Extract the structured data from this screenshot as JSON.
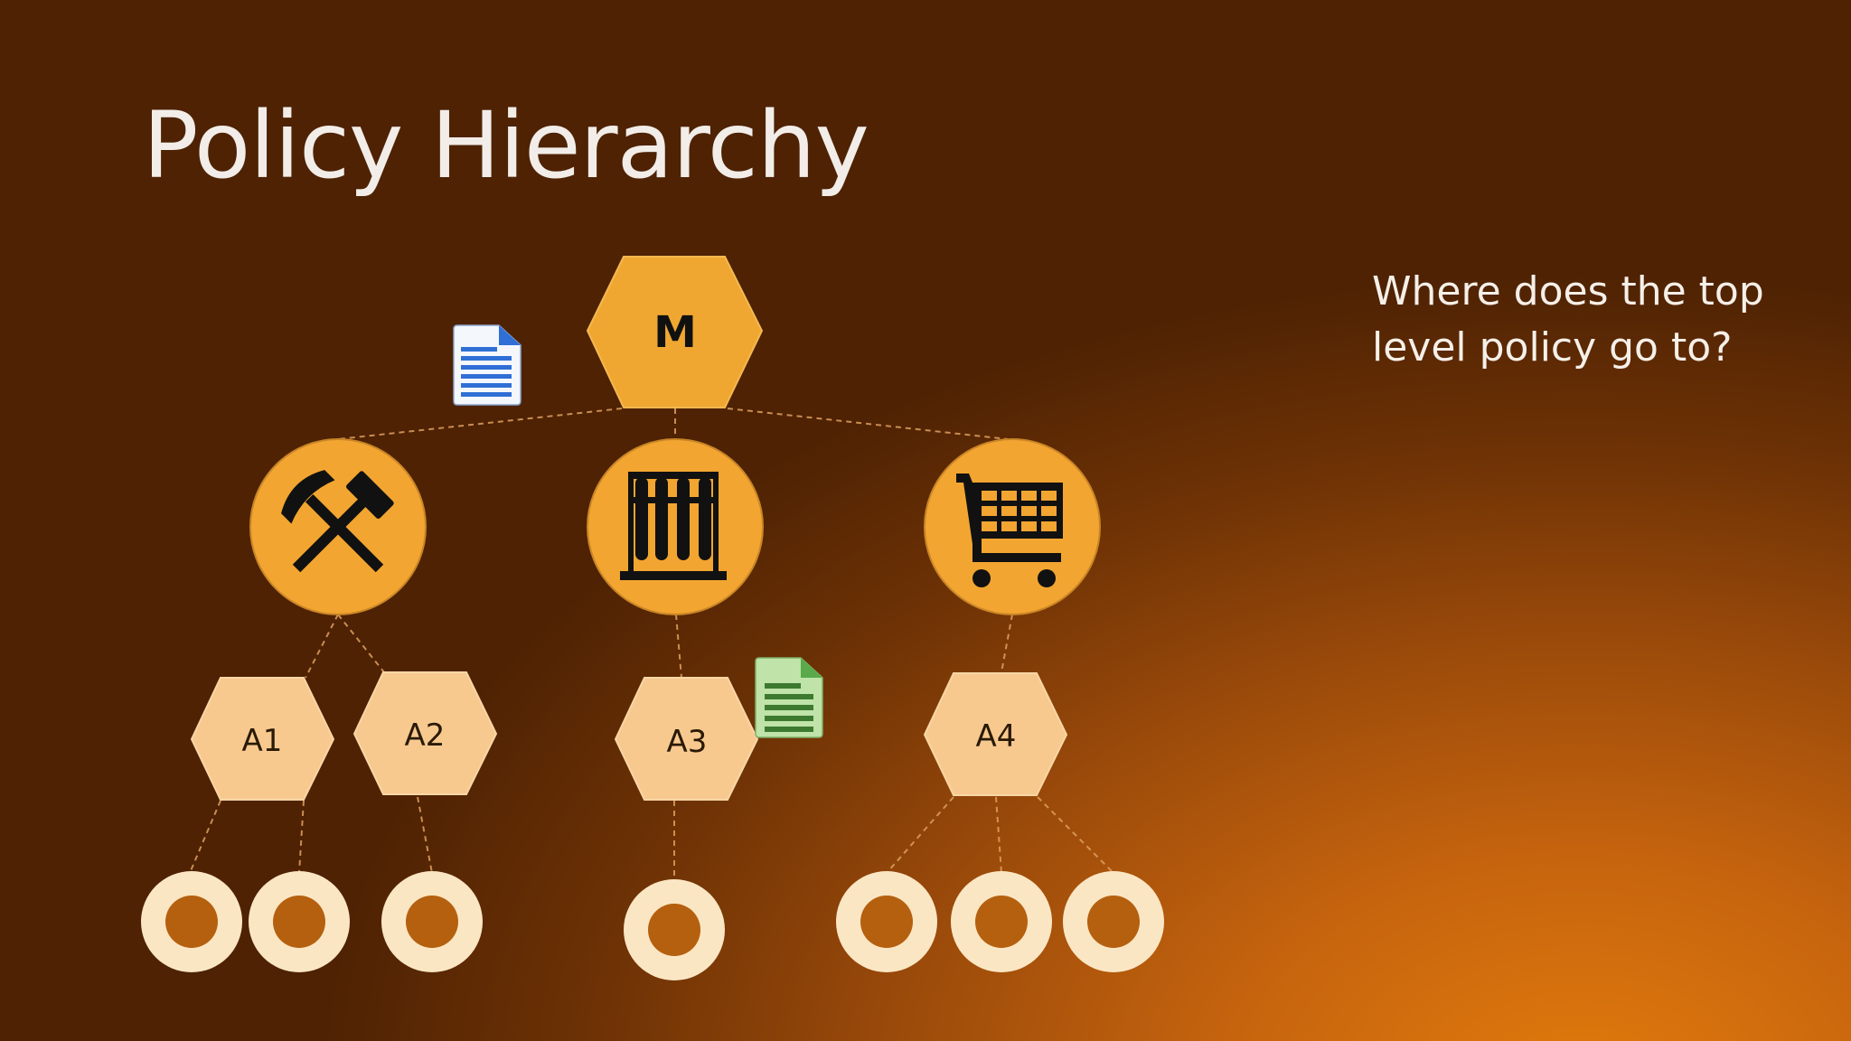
{
  "title": "Policy Hierarchy",
  "question": "Where does the top\nlevel policy go to?",
  "tree": {
    "root": {
      "label": "M"
    },
    "departments": [
      {
        "icon": "hammer-pick-icon"
      },
      {
        "icon": "test-tubes-icon"
      },
      {
        "icon": "shopping-cart-icon"
      }
    ],
    "accounts": [
      {
        "label": "A1"
      },
      {
        "label": "A2"
      },
      {
        "label": "A3"
      },
      {
        "label": "A4"
      }
    ],
    "policy_documents": [
      {
        "icon": "blue-document-icon",
        "color": "#2f6fd6"
      },
      {
        "icon": "green-document-icon",
        "color": "#5aa94a"
      }
    ]
  },
  "colors": {
    "node_orange": "#f0a732",
    "account_light": "#f7c98f",
    "ring_cream": "#fbe6c4"
  }
}
